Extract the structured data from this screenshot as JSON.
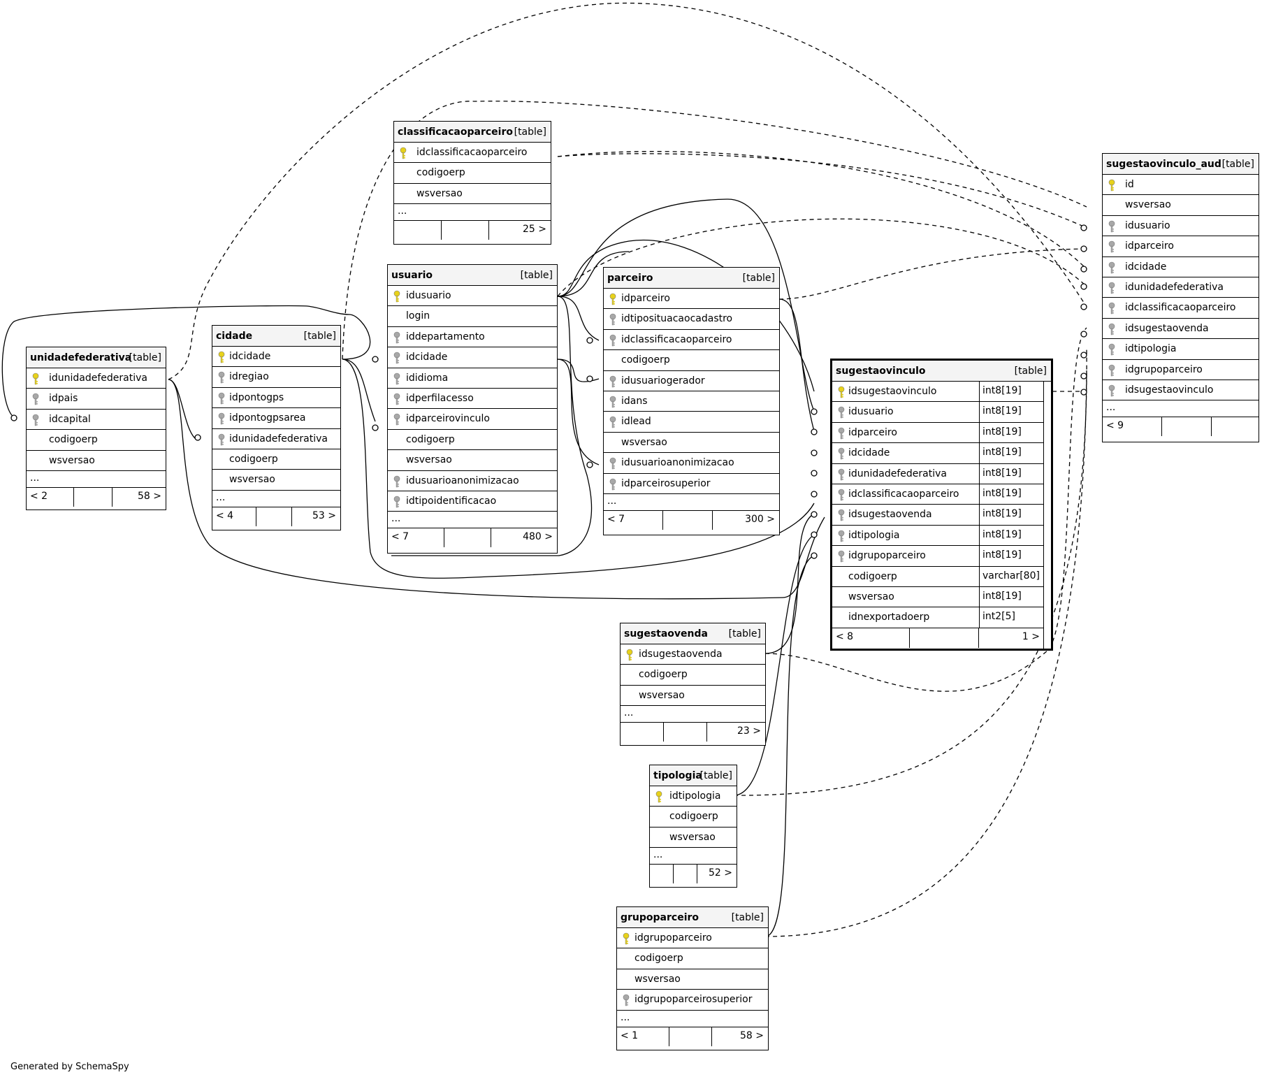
{
  "tables": {
    "unidadefederativa": {
      "name": "unidadefederativa",
      "type": "[table]",
      "columns": [
        "idunidadefederativa",
        "idpais",
        "idcapital",
        "codigoerp",
        "wsversao"
      ],
      "ellipsis": "...",
      "parents": "< 2",
      "children": "58 >"
    },
    "cidade": {
      "name": "cidade",
      "type": "[table]",
      "columns": [
        "idcidade",
        "idregiao",
        "idpontogps",
        "idpontogpsarea",
        "idunidadefederativa",
        "codigoerp",
        "wsversao"
      ],
      "ellipsis": "...",
      "parents": "< 4",
      "children": "53 >"
    },
    "classificacaoparceiro": {
      "name": "classificacaoparceiro",
      "type": "[table]",
      "columns": [
        "idclassificacaoparceiro",
        "codigoerp",
        "wsversao"
      ],
      "ellipsis": "...",
      "parents": "",
      "children": "25 >"
    },
    "usuario": {
      "name": "usuario",
      "type": "[table]",
      "columns": [
        "idusuario",
        "login",
        "iddepartamento",
        "idcidade",
        "ididioma",
        "idperfilacesso",
        "idparceirovinculo",
        "codigoerp",
        "wsversao",
        "idusuarioanonimizacao",
        "idtipoidentificacao"
      ],
      "ellipsis": "...",
      "parents": "< 7",
      "children": "480 >"
    },
    "parceiro": {
      "name": "parceiro",
      "type": "[table]",
      "columns": [
        "idparceiro",
        "idtiposituacaocadastro",
        "idclassificacaoparceiro",
        "codigoerp",
        "idusuariogerador",
        "idans",
        "idlead",
        "wsversao",
        "idusuarioanonimizacao",
        "idparceirosuperior"
      ],
      "ellipsis": "...",
      "parents": "< 7",
      "children": "300 >"
    },
    "sugestaovinculo": {
      "name": "sugestaovinculo",
      "type": "[table]",
      "columns": [
        "idsugestaovinculo",
        "idusuario",
        "idparceiro",
        "idcidade",
        "idunidadefederativa",
        "idclassificacaoparceiro",
        "idsugestaovenda",
        "idtipologia",
        "idgrupoparceiro",
        "codigoerp",
        "wsversao",
        "idnexportadoerp"
      ],
      "types": [
        "int8[19]",
        "int8[19]",
        "int8[19]",
        "int8[19]",
        "int8[19]",
        "int8[19]",
        "int8[19]",
        "int8[19]",
        "int8[19]",
        "varchar[80]",
        "int8[19]",
        "int2[5]"
      ],
      "parents": "< 8",
      "children": "1 >"
    },
    "sugestaovinculo_aud": {
      "name": "sugestaovinculo_aud",
      "type": "[table]",
      "columns": [
        "id",
        "wsversao",
        "idusuario",
        "idparceiro",
        "idcidade",
        "idunidadefederativa",
        "idclassificacaoparceiro",
        "idsugestaovenda",
        "idtipologia",
        "idgrupoparceiro",
        "idsugestaovinculo"
      ],
      "ellipsis": "...",
      "parents": "< 9",
      "children": ""
    },
    "sugestaovenda": {
      "name": "sugestaovenda",
      "type": "[table]",
      "columns": [
        "idsugestaovenda",
        "codigoerp",
        "wsversao"
      ],
      "ellipsis": "...",
      "parents": "",
      "children": "23 >"
    },
    "tipologia": {
      "name": "tipologia",
      "type": "[table]",
      "columns": [
        "idtipologia",
        "codigoerp",
        "wsversao"
      ],
      "ellipsis": "...",
      "parents": "",
      "children": "52 >"
    },
    "grupoparceiro": {
      "name": "grupoparceiro",
      "type": "[table]",
      "columns": [
        "idgrupoparceiro",
        "codigoerp",
        "wsversao",
        "idgrupoparceirosuperior"
      ],
      "ellipsis": "...",
      "parents": "< 1",
      "children": "58 >"
    }
  },
  "footer": "Generated by SchemaSpy",
  "colors": {
    "primary_key": "#e8d21a",
    "foreign_key": "#a8a8a8",
    "header_bg": "#f4f4f4",
    "line": "#000000"
  }
}
